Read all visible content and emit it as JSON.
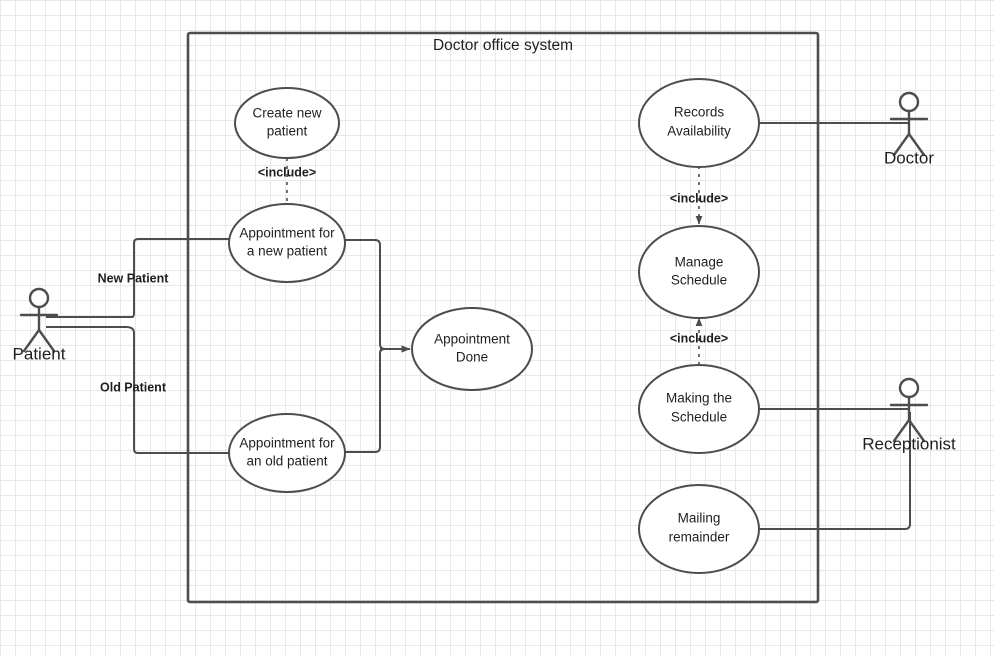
{
  "diagram": {
    "type": "uml-use-case-diagram",
    "colors": {
      "stroke": "#4d4d4d",
      "fill": "#ffffff",
      "text": "#1f1f1f",
      "grid_minor": "#e8e8e8",
      "grid_major": "#d0d0d0",
      "background": "#ffffff"
    },
    "boundary": {
      "title": "Doctor office system"
    },
    "actors": [
      {
        "id": "patient",
        "label": "Patient"
      },
      {
        "id": "doctor",
        "label": "Doctor"
      },
      {
        "id": "receptionist",
        "label": "Receptionist"
      }
    ],
    "use_cases": [
      {
        "id": "create-new-patient",
        "line1": "Create new",
        "line2": "patient"
      },
      {
        "id": "appointment-new-patient",
        "line1": "Appointment for",
        "line2": "a new patient"
      },
      {
        "id": "appointment-old-patient",
        "line1": "Appointment for",
        "line2": "an old patient"
      },
      {
        "id": "appointment-done",
        "line1": "Appointment",
        "line2": "Done"
      },
      {
        "id": "records-availability",
        "line1": "Records",
        "line2": "Availability"
      },
      {
        "id": "manage-schedule",
        "line1": "Manage",
        "line2": "Schedule"
      },
      {
        "id": "making-the-schedule",
        "line1": "Making the",
        "line2": "Schedule"
      },
      {
        "id": "mailing-remainder",
        "line1": "Mailing",
        "line2": "remainder"
      }
    ],
    "edge_labels": [
      {
        "id": "new-patient",
        "text": "New Patient"
      },
      {
        "id": "old-patient",
        "text": "Old Patient"
      }
    ],
    "include_labels": [
      {
        "id": "include-create-new-patient",
        "text": "<include>"
      },
      {
        "id": "include-records-manage",
        "text": "<include>"
      },
      {
        "id": "include-making-manage",
        "text": "<include>"
      }
    ]
  }
}
